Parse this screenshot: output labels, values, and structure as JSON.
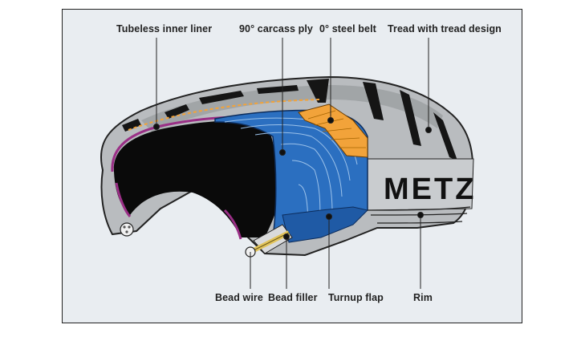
{
  "labels": {
    "tubeless_inner_liner": "Tubeless inner liner",
    "carcass_ply": "90° carcass ply",
    "steel_belt": "0° steel belt",
    "tread": "Tread with tread design",
    "bead_wire": "Bead wire",
    "bead_filler": "Bead filler",
    "turnup_flap": "Turnup flap",
    "rim": "Rim"
  },
  "sidewall_text": "METZ",
  "colors": {
    "background": "#e9edf1",
    "rubber_grey": "#b9bcbf",
    "rubber_dark": "#5a5c5e",
    "carcass_blue": "#2b6fc0",
    "belt_orange": "#f2a33a",
    "liner_magenta": "#9a2f86",
    "cavity_black": "#0a0a0a",
    "bead_filler": "#d9dadb"
  }
}
